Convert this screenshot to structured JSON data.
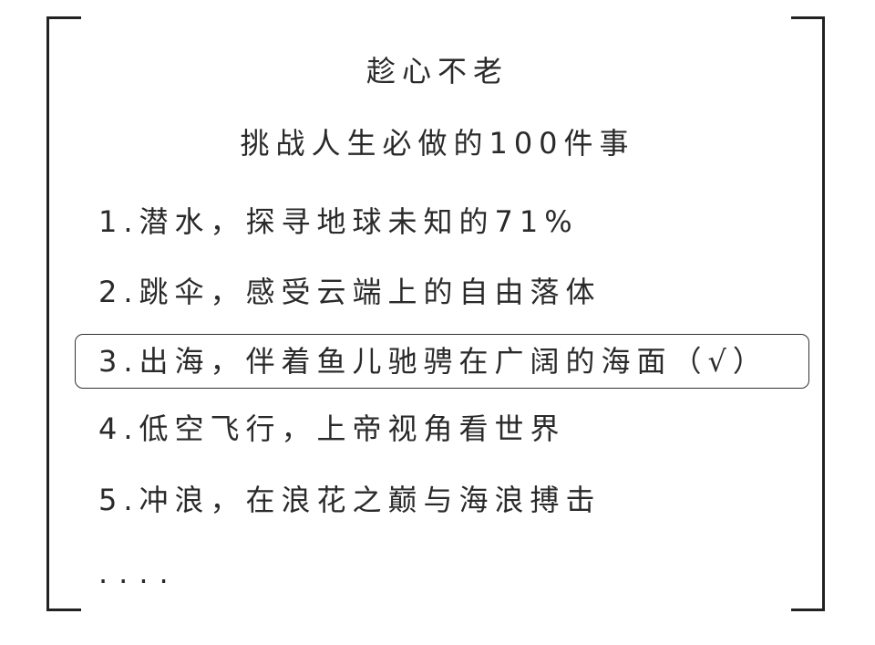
{
  "title": "趁心不老",
  "subtitle": "挑战人生必做的100件事",
  "items": [
    {
      "text": "1.潜水，探寻地球未知的71%",
      "highlighted": false
    },
    {
      "text": "2.跳伞，感受云端上的自由落体",
      "highlighted": false
    },
    {
      "text": "3.出海，伴着鱼儿驰骋在广阔的海面（√）",
      "highlighted": true
    },
    {
      "text": "4.低空飞行，上帝视角看世界",
      "highlighted": false
    },
    {
      "text": "5.冲浪，在浪花之巅与海浪搏击",
      "highlighted": false
    }
  ],
  "ellipsis": "...."
}
